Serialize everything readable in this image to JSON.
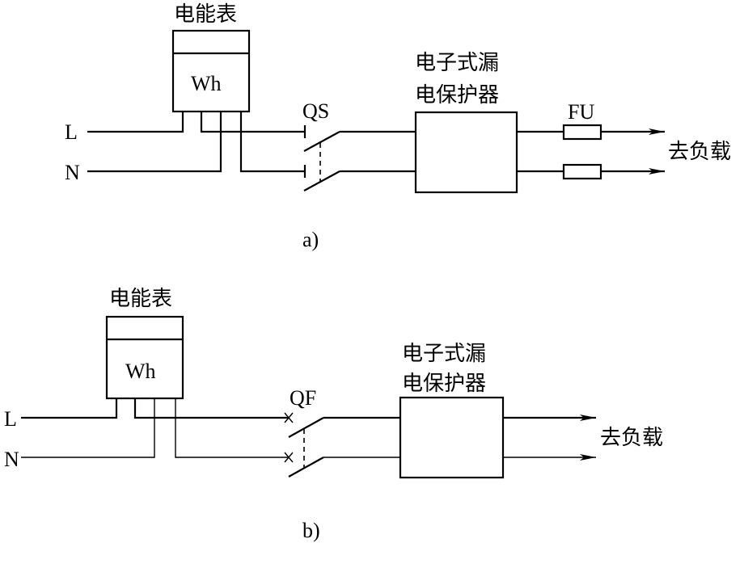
{
  "diagram_a": {
    "caption": "a)",
    "meter": {
      "title": "电能表",
      "symbol": "Wh"
    },
    "inputs": {
      "line": "L",
      "neutral": "N"
    },
    "switch": {
      "label": "QS",
      "type": "knife switch (2-pole)"
    },
    "rcd": {
      "line1": "电子式漏",
      "line2": "电保护器"
    },
    "fuse": {
      "label": "FU"
    },
    "load": "去负载"
  },
  "diagram_b": {
    "caption": "b)",
    "meter": {
      "title": "电能表",
      "symbol": "Wh"
    },
    "inputs": {
      "line": "L",
      "neutral": "N"
    },
    "switch": {
      "label": "QF",
      "type": "circuit breaker (2-pole)"
    },
    "rcd": {
      "line1": "电子式漏",
      "line2": "电保护器"
    },
    "load": "去负载"
  }
}
